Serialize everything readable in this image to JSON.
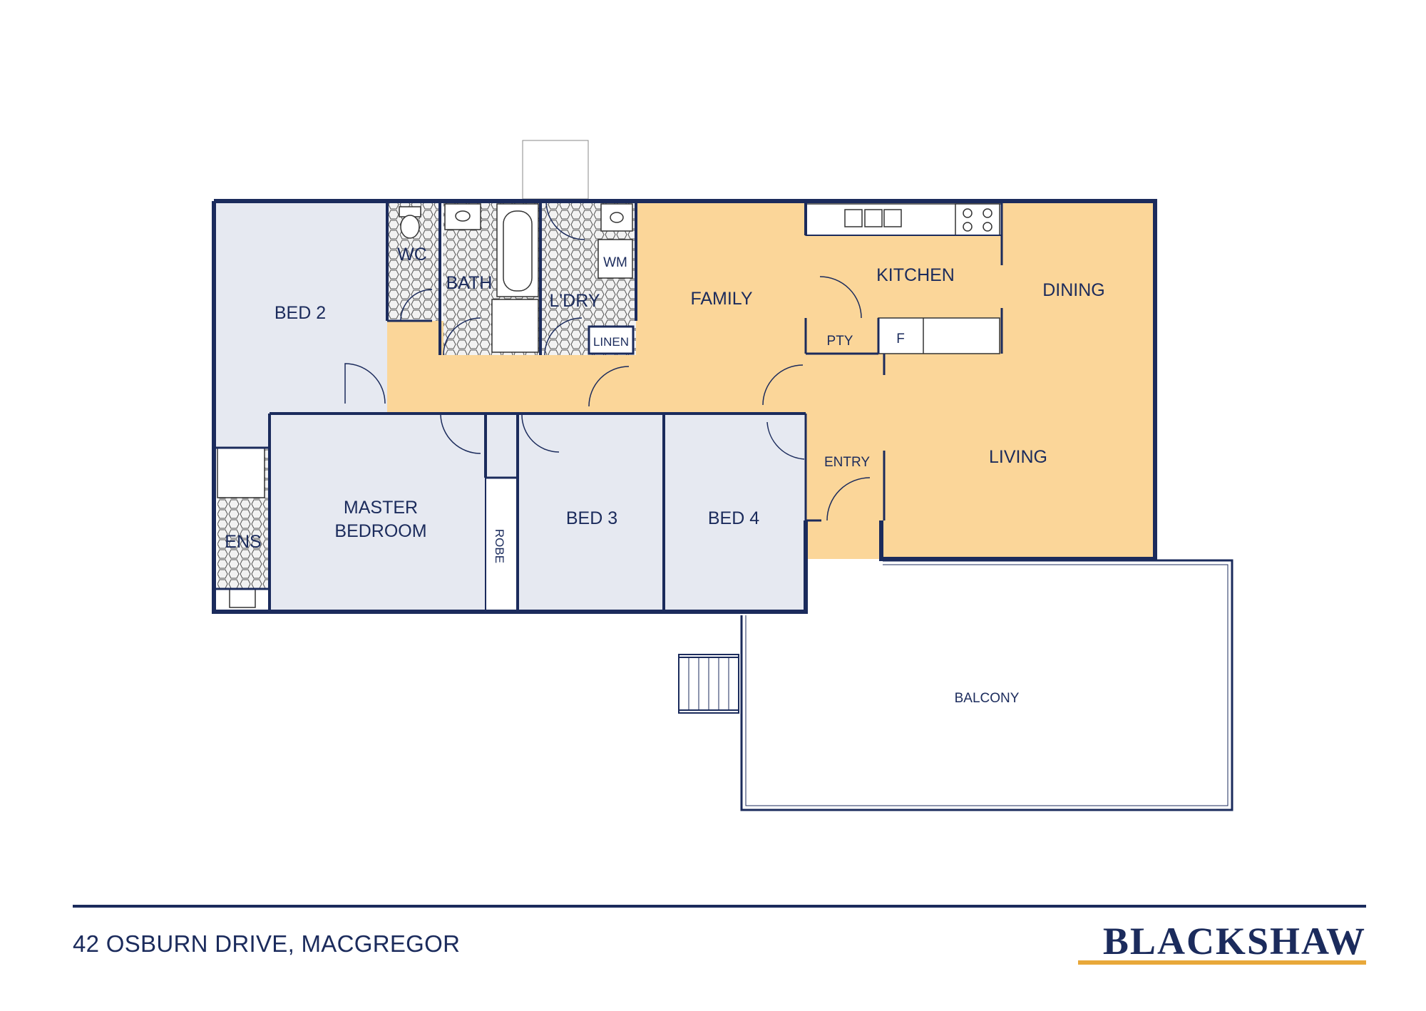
{
  "rooms": {
    "bed2": "BED 2",
    "wc": "WC",
    "bath": "BATH",
    "laundry": "L'DRY",
    "wm": "WM",
    "linen": "LINEN",
    "family": "FAMILY",
    "kitchen": "KITCHEN",
    "dining": "DINING",
    "pantry": "PTY",
    "fridge": "F",
    "living": "LIVING",
    "entry": "ENTRY",
    "master_line1": "MASTER",
    "master_line2": "BEDROOM",
    "robe": "ROBE",
    "bed3": "BED 3",
    "bed4": "BED 4",
    "ensuite": "ENS",
    "balcony": "BALCONY"
  },
  "footer": {
    "address": "42 OSBURN DRIVE, MACGREGOR",
    "brand": "BLACKSHAW"
  },
  "colors": {
    "wall": "#1b2b5c",
    "living_fill": "#fbd699",
    "bedroom_fill": "#e6e9f1",
    "tile_fill": "#f0f0f0",
    "brand_accent": "#e8a83a"
  }
}
